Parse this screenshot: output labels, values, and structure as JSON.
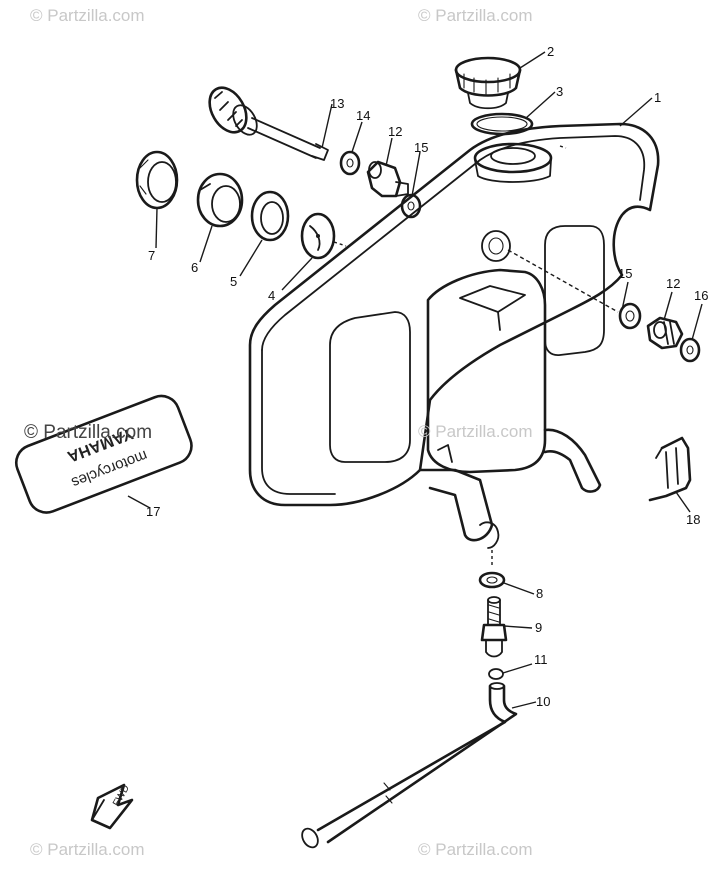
{
  "watermarks": {
    "top_left": "© Partzilla.com",
    "top_right": "© Partzilla.com",
    "center_left": "© Partzilla.com",
    "center_right": "© Partzilla.com",
    "bottom_left": "© Partzilla.com",
    "bottom_right": "© Partzilla.com"
  },
  "callouts": {
    "p1": "1",
    "p2": "2",
    "p3": "3",
    "p4": "4",
    "p5": "5",
    "p6": "6",
    "p7": "7",
    "p8": "8",
    "p9": "9",
    "p10": "10",
    "p11": "11",
    "p12a": "12",
    "p12b": "12",
    "p13": "13",
    "p14": "14",
    "p15a": "15",
    "p15b": "15",
    "p16": "16",
    "p17": "17",
    "p18": "18"
  },
  "arrow_label": "FWD"
}
